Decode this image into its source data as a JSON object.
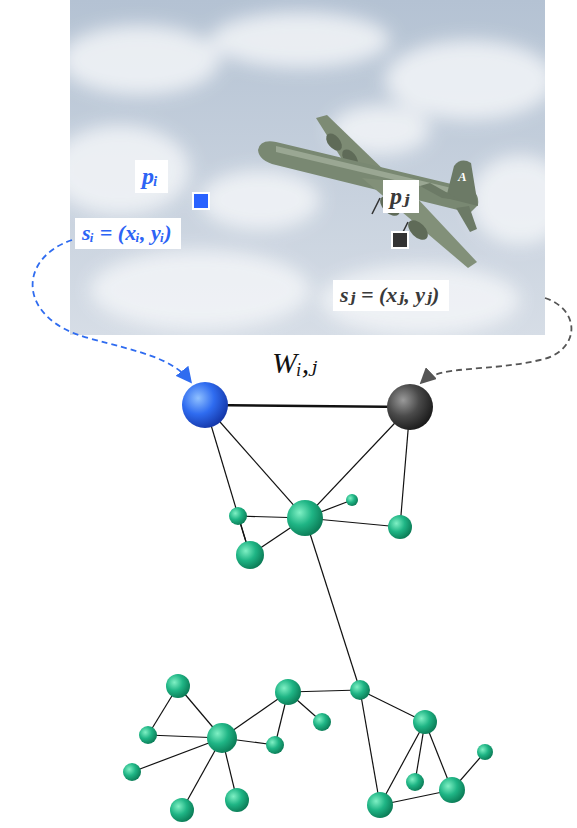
{
  "diagram": {
    "nodes": [
      {
        "text": [
          "pᵢ"
        ]
      },
      {
        "text": [
          "sᵢ = (xᵢ, yᵢ)"
        ]
      },
      {
        "text": [
          "pⱼ"
        ]
      },
      {
        "text": [
          "sⱼ = (xⱼ, yⱼ)"
        ]
      }
    ],
    "labels": [
      "Wᵢ,ⱼ",
      "A"
    ]
  }
}
